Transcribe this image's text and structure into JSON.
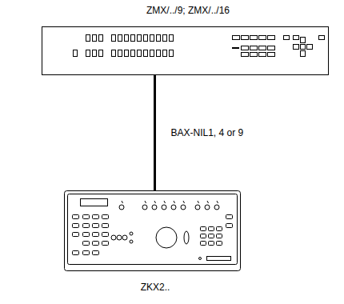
{
  "diagram": {
    "nodes": [
      {
        "text": [
          "ZMX/../9; ZMX/../16"
        ]
      },
      {
        "text": [
          "ZKX2.."
        ]
      }
    ],
    "edges": [
      {
        "from": 0,
        "to": 1,
        "label": "BAX-NIL1, 4 or 9",
        "arrow": "none"
      }
    ]
  }
}
